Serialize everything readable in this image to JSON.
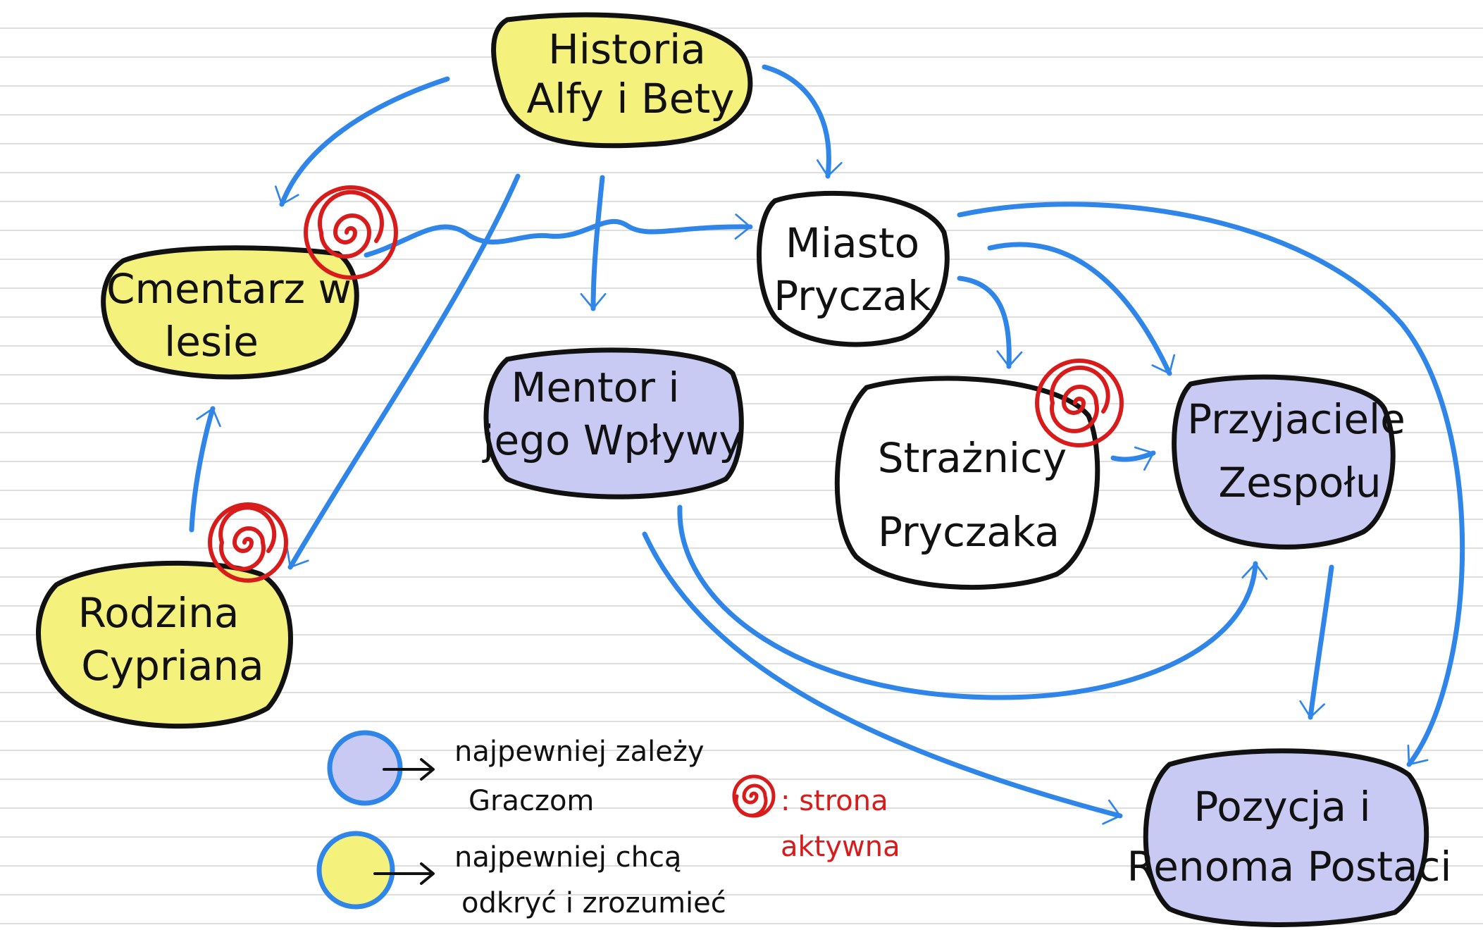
{
  "colors": {
    "yellow": "#f5f17d",
    "lavender": "#c8caf4",
    "white": "#ffffff",
    "arrow": "#2f86e8",
    "active": "#d81b1b",
    "outline": "#111111"
  },
  "nodes": {
    "historia": {
      "line1": "Historia",
      "line2": "Alfy i Bety",
      "fill": "yellow"
    },
    "cmentarz": {
      "line1": "Cmentarz w",
      "line2": "lesie",
      "fill": "yellow",
      "active": true
    },
    "rodzina": {
      "line1": "Rodzina",
      "line2": "Cypriana",
      "fill": "yellow",
      "active": true
    },
    "mentor": {
      "line1": "Mentor i",
      "line2": "jego Wpływy",
      "fill": "lavender"
    },
    "miasto": {
      "line1": "Miasto",
      "line2": "Pryczak",
      "fill": "white"
    },
    "straznicy": {
      "line1": "Strażnicy",
      "line2": "Pryczaka",
      "fill": "white",
      "active": true
    },
    "przyjaciele": {
      "line1": "Przyjaciele",
      "line2": "Zespołu",
      "fill": "lavender"
    },
    "pozycja": {
      "line1": "Pozycja i",
      "line2": "Renoma Postaci",
      "fill": "lavender"
    }
  },
  "edges": [
    {
      "from": "historia",
      "to": "cmentarz"
    },
    {
      "from": "historia",
      "to": "miasto"
    },
    {
      "from": "historia",
      "to": "mentor"
    },
    {
      "from": "historia",
      "to": "rodzina"
    },
    {
      "from": "cmentarz",
      "to": "miasto"
    },
    {
      "from": "rodzina",
      "to": "cmentarz"
    },
    {
      "from": "miasto",
      "to": "straznicy"
    },
    {
      "from": "miasto",
      "to": "przyjaciele"
    },
    {
      "from": "miasto",
      "to": "pozycja"
    },
    {
      "from": "straznicy",
      "to": "przyjaciele"
    },
    {
      "from": "mentor",
      "to": "przyjaciele"
    },
    {
      "from": "mentor",
      "to": "pozycja"
    },
    {
      "from": "przyjaciele",
      "to": "pozycja"
    }
  ],
  "legend": {
    "lavender_line1": "najpewniej zależy",
    "lavender_line2": "Graczom",
    "yellow_line1": "najpewniej chcą",
    "yellow_line2": "odkryć i zrozumieć",
    "active_line1": ": strona",
    "active_line2": "aktywna"
  }
}
